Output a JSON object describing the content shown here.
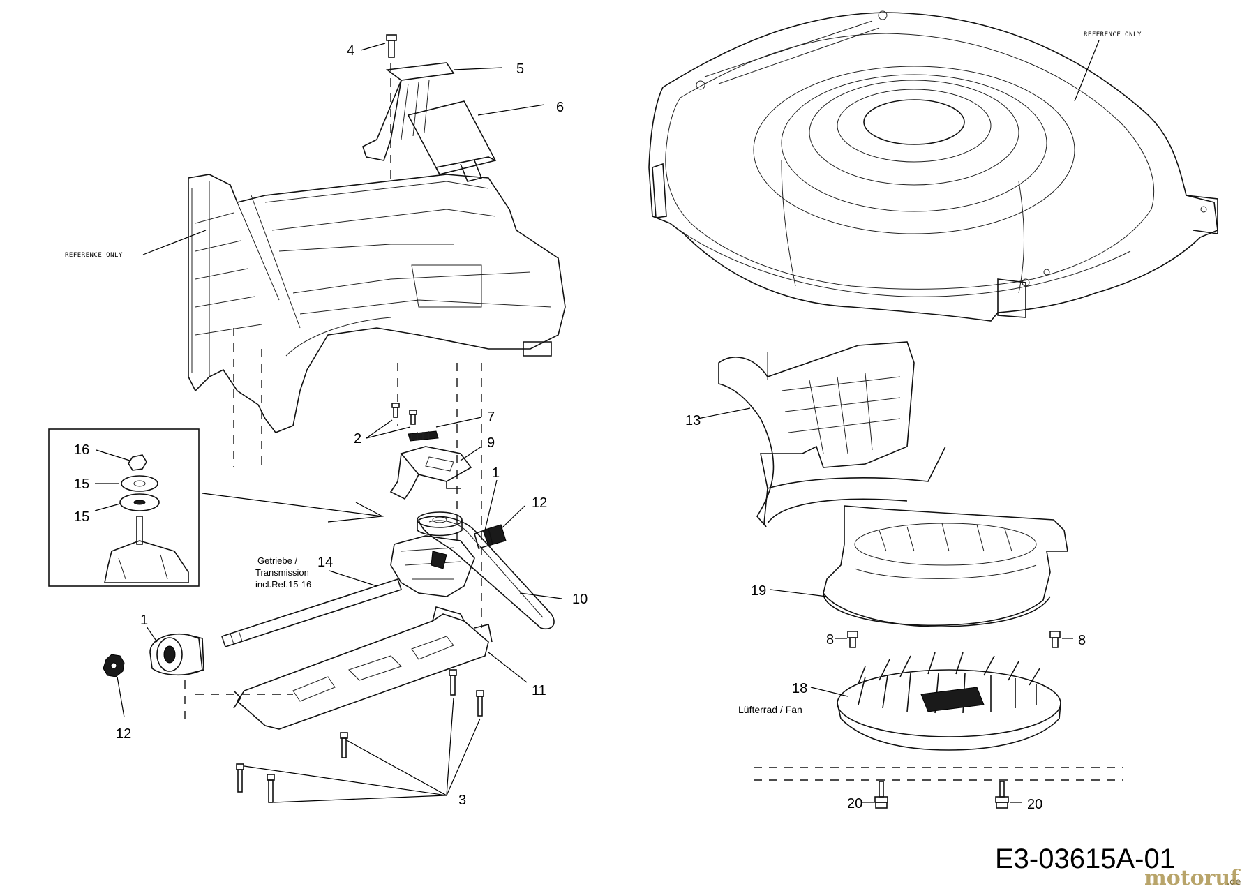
{
  "labels": {
    "l1a": "1",
    "l1b": "1",
    "l2": "2",
    "l3": "3",
    "l4": "4",
    "l5": "5",
    "l6": "6",
    "l7": "7",
    "l8a": "8",
    "l8b": "8",
    "l9": "9",
    "l10": "10",
    "l11": "11",
    "l12a": "12",
    "l12b": "12",
    "l13": "13",
    "l14": "14",
    "l15a": "15",
    "l15b": "15",
    "l16": "16",
    "l18": "18",
    "l19": "19",
    "l20a": "20",
    "l20b": "20"
  },
  "notes": {
    "reference_left": "REFERENCE ONLY",
    "reference_right": "REFERENCE ONLY",
    "transmission_line1": "Getriebe /",
    "transmission_line2": "Transmission",
    "transmission_line3": "incl.Ref.15-16",
    "fan": "Lüfterrad / Fan"
  },
  "drawing_code": "E3-03615A-01",
  "watermark": {
    "text_main": "motoruf",
    "text_suffix": ".de"
  }
}
